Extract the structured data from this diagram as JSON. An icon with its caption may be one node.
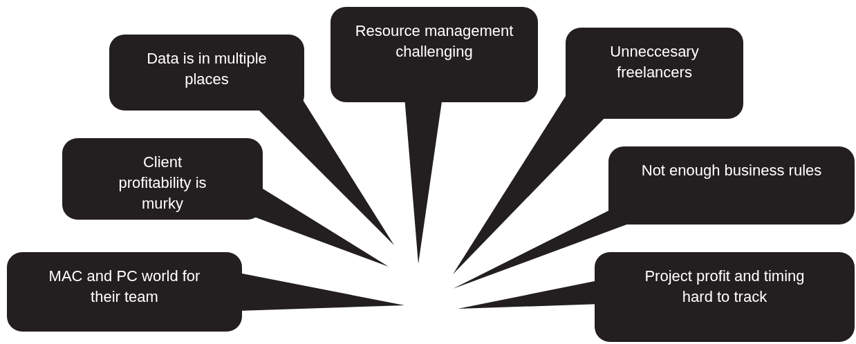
{
  "diagram": {
    "nodes": [
      {
        "text": [
          "Resource management challenging"
        ]
      },
      {
        "text": [
          "Unneccesary freelancers"
        ]
      },
      {
        "text": [
          "Data is in multiple places"
        ]
      },
      {
        "text": [
          "Client profitability is murky"
        ]
      },
      {
        "text": [
          "Not enough business rules"
        ]
      },
      {
        "text": [
          "MAC and PC world for their team"
        ]
      },
      {
        "text": [
          "Project profit and timing hard to track"
        ]
      }
    ]
  }
}
